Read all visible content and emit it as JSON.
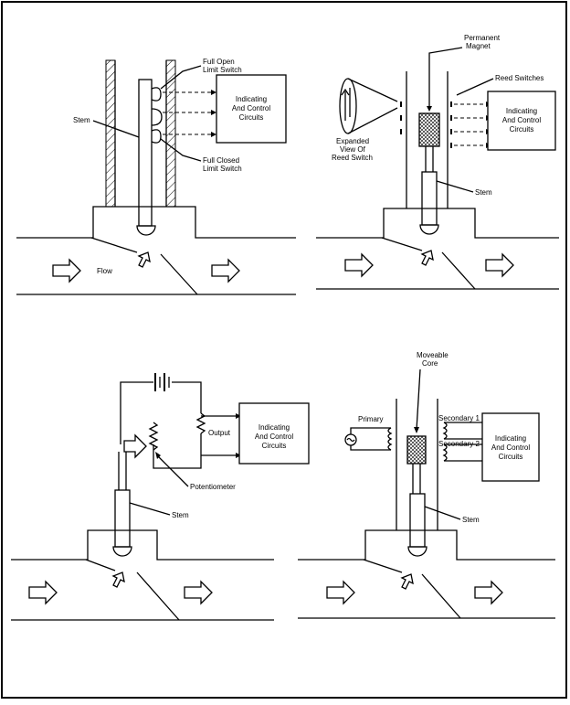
{
  "panel1": {
    "full_open_line1": "Full Open",
    "full_open_line2": "Limit Switch",
    "full_closed_line1": "Full Closed",
    "full_closed_line2": "Limit Switch",
    "stem": "Stem",
    "flow": "Flow",
    "box_line1": "Indicating",
    "box_line2": "And Control",
    "box_line3": "Circuits"
  },
  "panel2": {
    "magnet_line1": "Permanent",
    "magnet_line2": "Magnet",
    "reed_switches": "Reed Switches",
    "expanded_line1": "Expanded",
    "expanded_line2": "View Of",
    "expanded_line3": "Reed Switch",
    "stem": "Stem",
    "box_line1": "Indicating",
    "box_line2": "And Control",
    "box_line3": "Circuits"
  },
  "panel3": {
    "output": "Output",
    "potentiometer": "Potentiometer",
    "stem": "Stem",
    "box_line1": "Indicating",
    "box_line2": "And Control",
    "box_line3": "Circuits"
  },
  "panel4": {
    "core_line1": "Moveable",
    "core_line2": "Core",
    "primary": "Primary",
    "secondary1": "Secondary 1",
    "secondary2": "Secondary 2",
    "stem": "Stem",
    "box_line1": "Indicating",
    "box_line2": "And Control",
    "box_line3": "Circuits"
  }
}
